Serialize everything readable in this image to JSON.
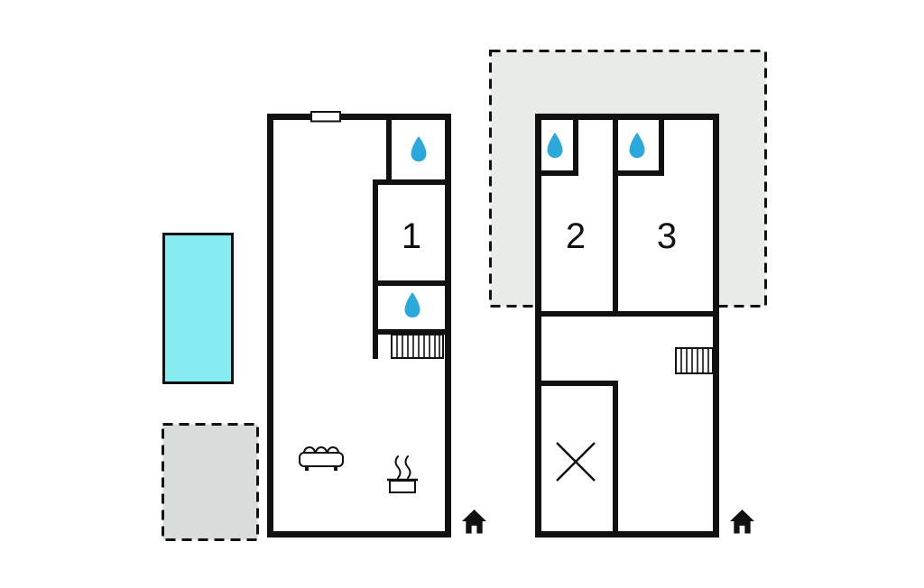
{
  "rooms": {
    "room1_label": "1",
    "room2_label": "2",
    "room3_label": "3"
  },
  "colors": {
    "wall": "#111111",
    "pool_fill": "#86ecf2",
    "water_drop_fill": "#2ba9dd",
    "terrace_fill": "#d8dcda",
    "roof_area_fill": "#e8ece9"
  },
  "icons": {
    "ground_floor": [
      "window-icon",
      "water-drop-icon",
      "water-drop-icon",
      "stairs-icon",
      "sofa-icon",
      "stove-icon",
      "entrance-icon"
    ],
    "upper_floor": [
      "water-drop-icon",
      "water-drop-icon",
      "stairs-icon",
      "cross-icon",
      "entrance-icon"
    ]
  }
}
